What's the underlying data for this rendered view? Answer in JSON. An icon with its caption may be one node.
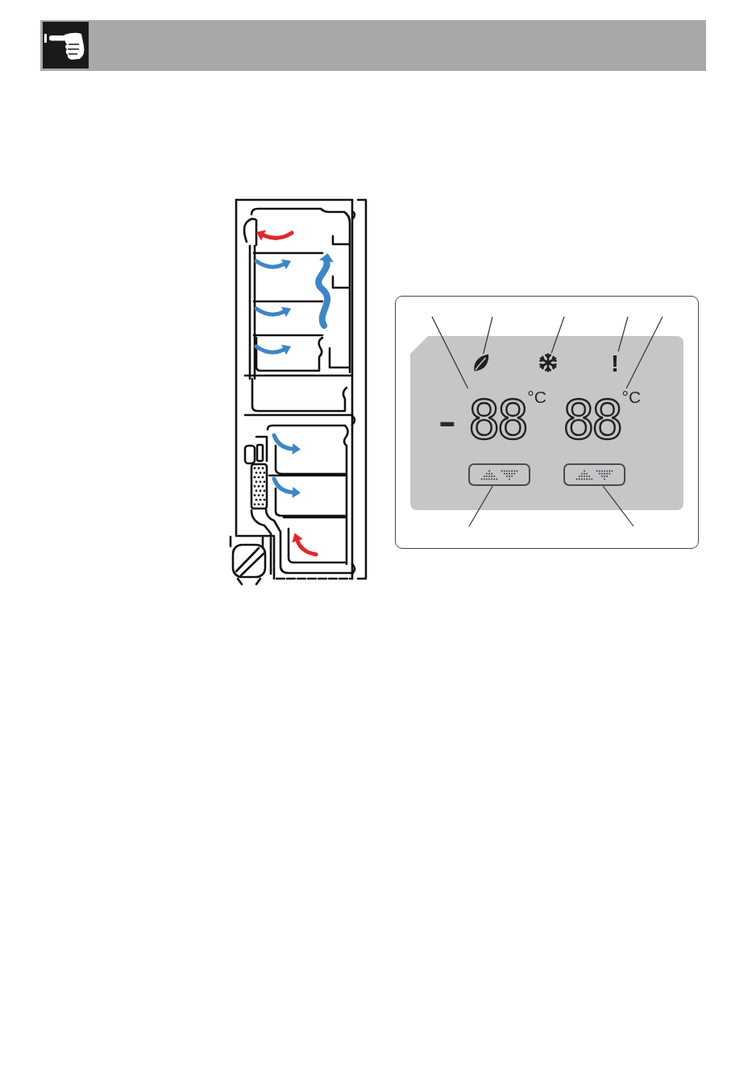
{
  "diagram": {
    "nodes": [
      {
        "text": [],
        "shape": "picture"
      },
      {
        "text": [],
        "shape": "picture"
      },
      {
        "text": [
          "!"
        ]
      },
      {
        "text": [
          "-",
          "88",
          "°C"
        ]
      },
      {
        "text": [
          "88",
          "°C"
        ]
      },
      {
        "text": [],
        "shape": "box"
      },
      {
        "text": [],
        "shape": "box"
      }
    ],
    "edges": [
      {
        "from": null,
        "to": 3,
        "arrow": "none"
      },
      {
        "from": null,
        "to": 0,
        "arrow": "none"
      },
      {
        "from": null,
        "to": 1,
        "arrow": "none"
      },
      {
        "from": null,
        "to": 2,
        "arrow": "none"
      },
      {
        "from": null,
        "to": 4,
        "arrow": "none"
      },
      {
        "from": null,
        "to": 5,
        "arrow": "none"
      },
      {
        "from": null,
        "to": 6,
        "arrow": "none"
      }
    ]
  }
}
